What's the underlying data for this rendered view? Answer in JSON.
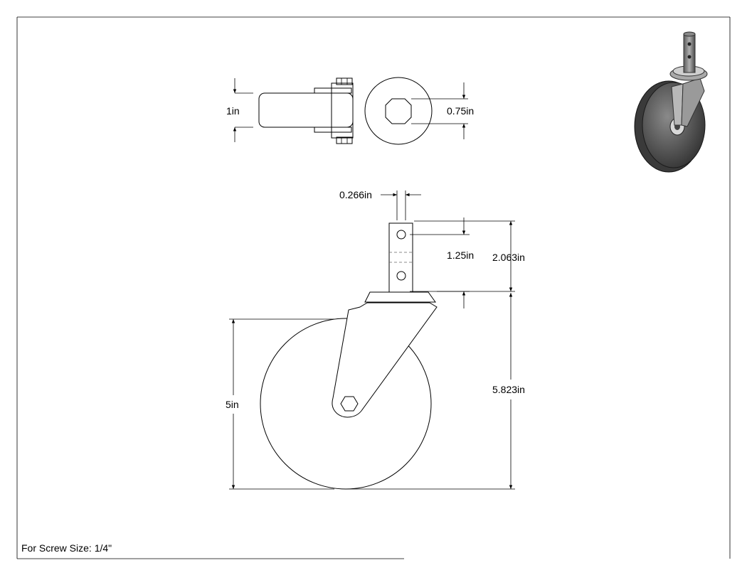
{
  "dimensions": {
    "top_width": "1in",
    "stem_across_flats": "0.75in",
    "stem_hole_diameter": "0.266in",
    "hole_spacing": "1.25in",
    "stem_height": "2.063in",
    "wheel_diameter": "5in",
    "overall_height": "5.823in"
  },
  "note": "For Screw Size: 1/4\"",
  "colors": {
    "line": "#000000",
    "background": "#ffffff",
    "render_dark": "#3c3c3c",
    "render_mid": "#7a7a7a",
    "render_light": "#b8b8b8"
  }
}
